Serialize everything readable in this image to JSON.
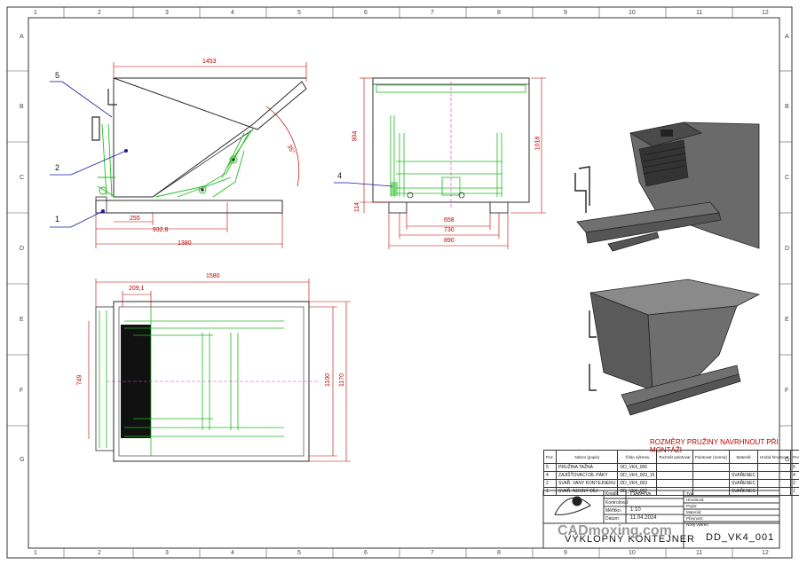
{
  "grid": {
    "columns": [
      "1",
      "2",
      "3",
      "4",
      "5",
      "6",
      "7",
      "8",
      "9",
      "10",
      "11",
      "12"
    ],
    "rows": [
      "A",
      "B",
      "C",
      "D",
      "E",
      "F",
      "G"
    ]
  },
  "dimensions": {
    "side_width": "1453",
    "side_angle": "35°",
    "side_base": "1380",
    "side_dim_255": "255",
    "side_dim_9328": "932,8",
    "front_height_904": "904",
    "front_height_1018": "1018",
    "front_foot_114": "114",
    "front_658": "658",
    "front_730": "730",
    "front_890": "890",
    "top_1580": "1580",
    "top_2091": "209,1",
    "top_749": "749",
    "top_1100": "1100",
    "top_1170": "1170"
  },
  "callouts": [
    "1",
    "2",
    "4",
    "5"
  ],
  "note": "ROZMĚRY PRUŽINY NAVRHNOUT PŘI MONTÁŽI",
  "bom": {
    "headers": [
      "Poz.",
      "Název (popis)",
      "Číslo výkresu",
      "Rozměr polotovar",
      "Polotovar (norma)",
      "Materiál",
      "Hrubá hmotnost",
      "Pce"
    ],
    "rows": [
      {
        "pos": "5",
        "name": "PRUŽINA TAŽNÁ",
        "drawing": "DD_VK4_006",
        "material": "",
        "qty": "5"
      },
      {
        "pos": "4",
        "name": "ZAJIŠŤOVACÍ DÍL PÁKY",
        "drawing": "DD_VK4_003_15",
        "material": "SVAŘENEC",
        "qty": "4"
      },
      {
        "pos": "2",
        "name": "SVAŘ. VANY KONTEJNERU",
        "drawing": "DD_VK4_003",
        "material": "SVAŘENEC",
        "qty": "2"
      },
      {
        "pos": "1",
        "name": "SVAŘ. NOSNÝ DÍLI",
        "drawing": "DD_VK4_002",
        "material": "SVAŘENEC",
        "qty": "1"
      }
    ]
  },
  "titleblock": {
    "kreslil_label": "Kreslil:",
    "kreslil": "Dařena",
    "kontroloval_label": "Kontroloval:",
    "meritko_label": "Měřítko:",
    "meritko": "1:10",
    "datum_label": "Datum:",
    "datum": "11.04.2024",
    "typ_label": "Typ:",
    "right_rows": [
      "Hmotnost:",
      "Popis:",
      "Materiál:",
      "Přesnost:",
      "Nový výkres:"
    ],
    "title": "VÝKLOPNÝ KONTEJNER",
    "number": "DD_VK4_001"
  },
  "watermark": "CADmoxing.com",
  "colors": {
    "outline": "#2b2b2b",
    "green": "#22bb22",
    "dimension": "#c00000",
    "callout_line": "#1a1aa0",
    "magenta": "#cc44cc",
    "iso_fill": "#5a5a5a"
  }
}
